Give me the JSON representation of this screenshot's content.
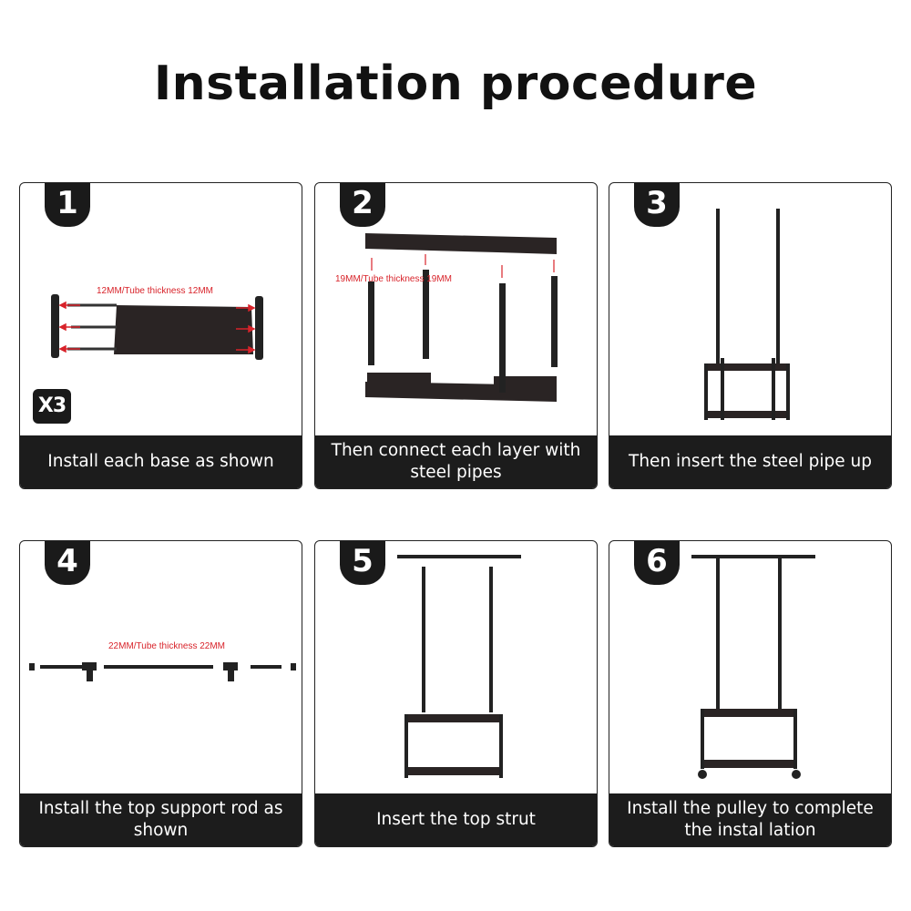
{
  "title": "Installation procedure",
  "accent_color": "#d8232a",
  "steps": [
    {
      "number": "1",
      "caption": "Install each base as shown",
      "annotation": "12MM/Tube thickness 12MM",
      "badge": "X3"
    },
    {
      "number": "2",
      "caption": "Then connect each layer with steel pipes",
      "annotation": "19MM/Tube thickness 19MM"
    },
    {
      "number": "3",
      "caption": "Then insert the steel pipe up"
    },
    {
      "number": "4",
      "caption": "Install the top support rod as shown",
      "annotation": "22MM/Tube thickness 22MM"
    },
    {
      "number": "5",
      "caption": "Insert the top strut"
    },
    {
      "number": "6",
      "caption": "Install the pulley to complete the instal lation"
    }
  ]
}
